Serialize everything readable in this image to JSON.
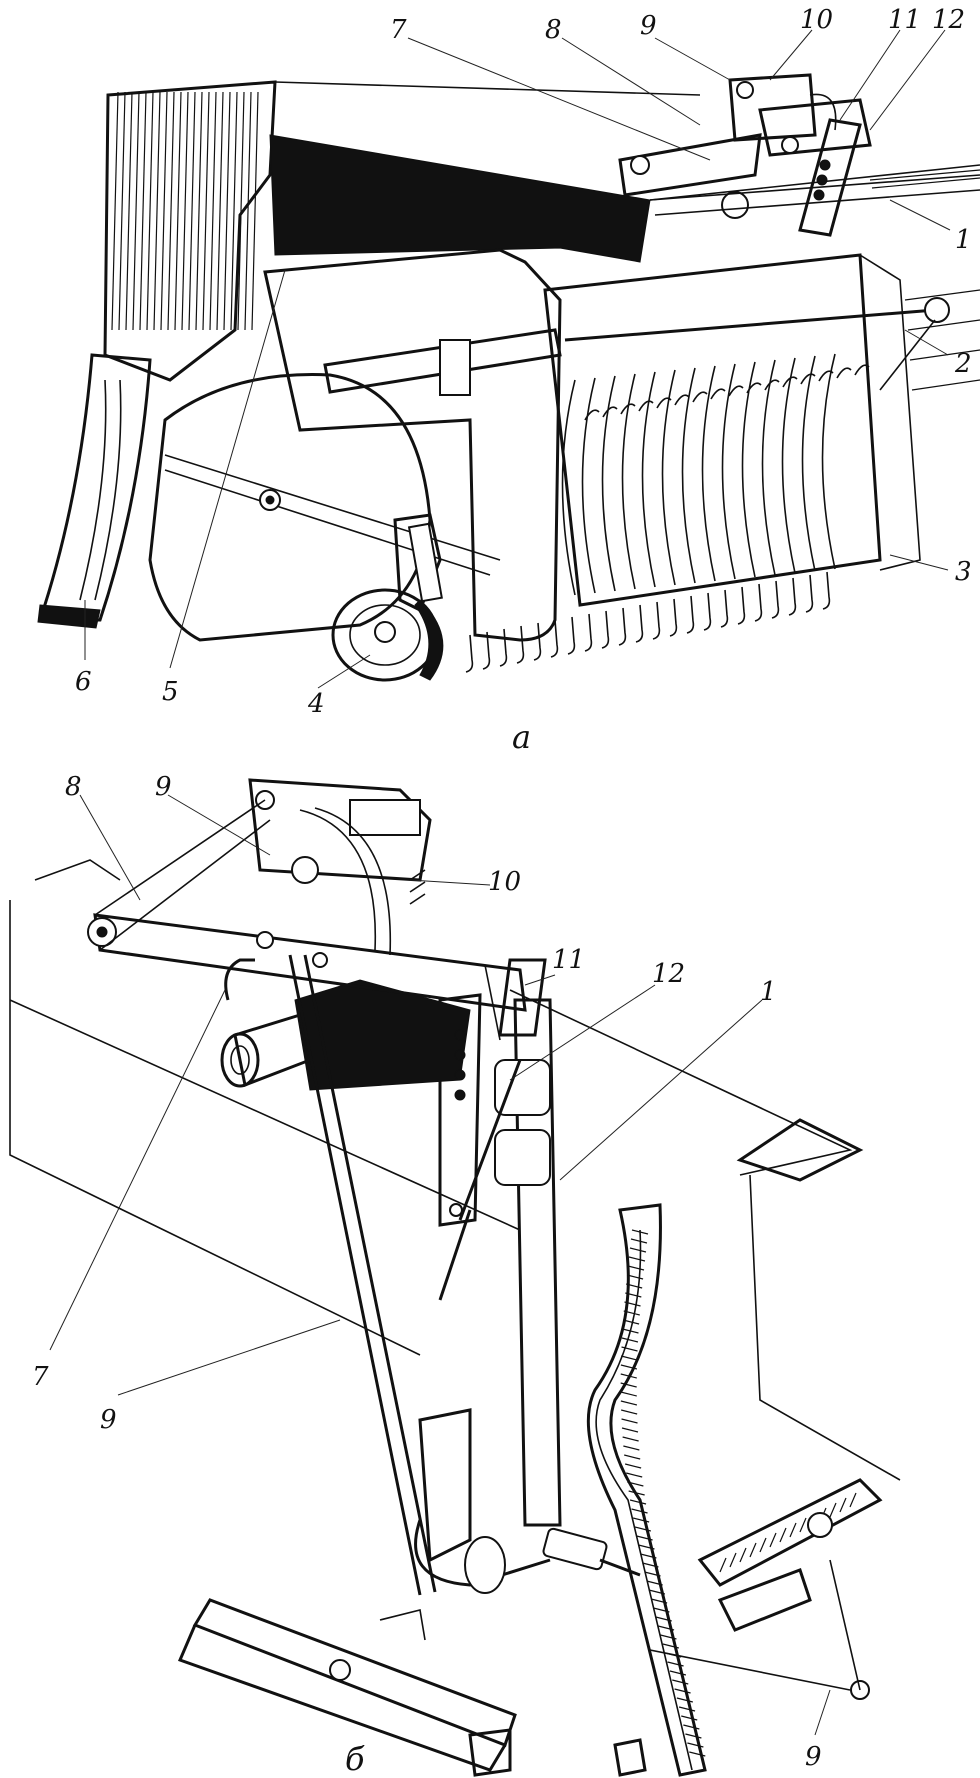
{
  "figure_a": {
    "caption": "а",
    "labels": {
      "l1": "1",
      "l2": "2",
      "l3": "3",
      "l4": "4",
      "l5": "5",
      "l6": "6",
      "l7": "7",
      "l8": "8",
      "l9": "9",
      "l10": "10",
      "l11": "11",
      "l12": "12"
    }
  },
  "figure_b": {
    "caption": "б",
    "labels": {
      "l8": "8",
      "l9_top": "9",
      "l10": "10",
      "l11": "11",
      "l12": "12",
      "l1": "1",
      "l7": "7",
      "l9_mid": "9",
      "l9_bottom": "9"
    }
  }
}
